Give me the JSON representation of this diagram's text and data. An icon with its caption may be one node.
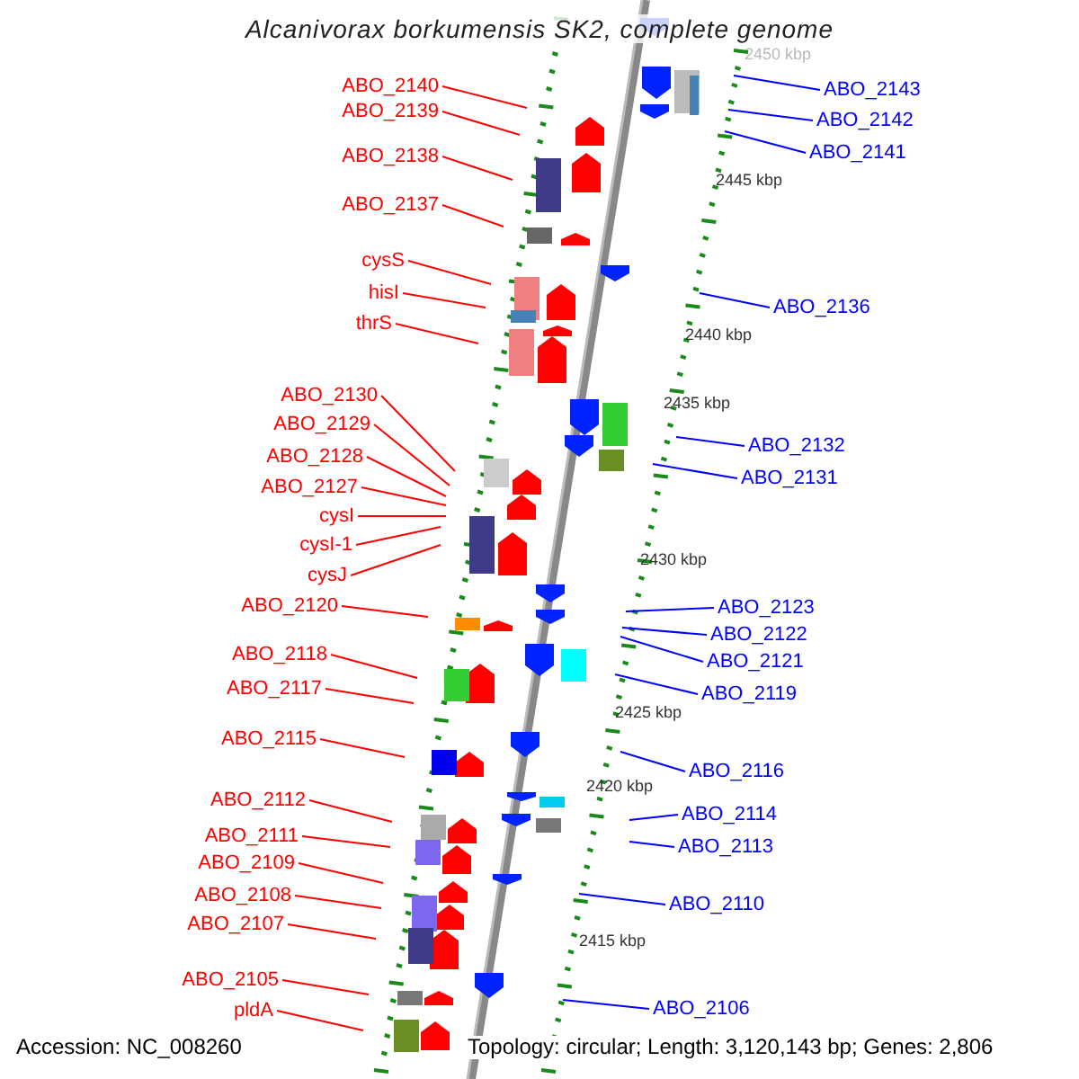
{
  "diagram": {
    "title": "Alcanivorax borkumensis SK2, complete genome",
    "nodes": [
      {
        "text": [
          "ABO_2140"
        ]
      },
      {
        "text": [
          "ABO_2139"
        ]
      },
      {
        "text": [
          "ABO_2138"
        ]
      },
      {
        "text": [
          "ABO_2137"
        ]
      },
      {
        "text": [
          "cysS"
        ]
      },
      {
        "text": [
          "hisI"
        ]
      },
      {
        "text": [
          "thrS"
        ]
      },
      {
        "text": [
          "ABO_2130"
        ]
      },
      {
        "text": [
          "ABO_2129"
        ]
      },
      {
        "text": [
          "ABO_2128"
        ]
      },
      {
        "text": [
          "ABO_2127"
        ]
      },
      {
        "text": [
          "cysI"
        ]
      },
      {
        "text": [
          "cysI-1"
        ]
      },
      {
        "text": [
          "cysJ"
        ]
      },
      {
        "text": [
          "ABO_2120"
        ]
      },
      {
        "text": [
          "ABO_2118"
        ]
      },
      {
        "text": [
          "ABO_2117"
        ]
      },
      {
        "text": [
          "ABO_2115"
        ]
      },
      {
        "text": [
          "ABO_2112"
        ]
      },
      {
        "text": [
          "ABO_2111"
        ]
      },
      {
        "text": [
          "ABO_2109"
        ]
      },
      {
        "text": [
          "ABO_2108"
        ]
      },
      {
        "text": [
          "ABO_2107"
        ]
      },
      {
        "text": [
          "ABO_2105"
        ]
      },
      {
        "text": [
          "pldA"
        ]
      },
      {
        "text": [
          "ABO_2143"
        ]
      },
      {
        "text": [
          "ABO_2142"
        ]
      },
      {
        "text": [
          "ABO_2141"
        ]
      },
      {
        "text": [
          "ABO_2136"
        ]
      },
      {
        "text": [
          "ABO_2132"
        ]
      },
      {
        "text": [
          "ABO_2131"
        ]
      },
      {
        "text": [
          "ABO_2123"
        ]
      },
      {
        "text": [
          "ABO_2122"
        ]
      },
      {
        "text": [
          "ABO_2121"
        ]
      },
      {
        "text": [
          "ABO_2119"
        ]
      },
      {
        "text": [
          "ABO_2116"
        ]
      },
      {
        "text": [
          "ABO_2114"
        ]
      },
      {
        "text": [
          "ABO_2113"
        ]
      },
      {
        "text": [
          "ABO_2110"
        ]
      },
      {
        "text": [
          "ABO_2106"
        ]
      }
    ],
    "edges": [
      {
        "from": 0,
        "to": null,
        "arrow": "none"
      },
      {
        "from": 1,
        "to": null,
        "arrow": "none"
      },
      {
        "from": 2,
        "to": null,
        "arrow": "none"
      },
      {
        "from": 3,
        "to": null,
        "arrow": "none"
      },
      {
        "from": 4,
        "to": null,
        "arrow": "none"
      },
      {
        "from": 5,
        "to": null,
        "arrow": "none"
      },
      {
        "from": 6,
        "to": null,
        "arrow": "none"
      },
      {
        "from": 7,
        "to": null,
        "arrow": "none"
      },
      {
        "from": 8,
        "to": null,
        "arrow": "none"
      },
      {
        "from": 9,
        "to": null,
        "arrow": "none"
      },
      {
        "from": 10,
        "to": null,
        "arrow": "none"
      },
      {
        "from": 11,
        "to": null,
        "arrow": "none"
      },
      {
        "from": 12,
        "to": null,
        "arrow": "none"
      },
      {
        "from": 13,
        "to": null,
        "arrow": "none"
      },
      {
        "from": 14,
        "to": null,
        "arrow": "none"
      },
      {
        "from": 15,
        "to": null,
        "arrow": "none"
      },
      {
        "from": 16,
        "to": null,
        "arrow": "none"
      },
      {
        "from": 17,
        "to": null,
        "arrow": "none"
      },
      {
        "from": 18,
        "to": null,
        "arrow": "none"
      },
      {
        "from": 19,
        "to": null,
        "arrow": "none"
      },
      {
        "from": 20,
        "to": null,
        "arrow": "none"
      },
      {
        "from": 21,
        "to": null,
        "arrow": "none"
      },
      {
        "from": 22,
        "to": null,
        "arrow": "none"
      },
      {
        "from": 23,
        "to": null,
        "arrow": "none"
      },
      {
        "from": 24,
        "to": null,
        "arrow": "none"
      },
      {
        "from": 25,
        "to": null,
        "arrow": "none",
        "color": "#0000ff"
      },
      {
        "from": 26,
        "to": null,
        "arrow": "none",
        "color": "#0000ff"
      },
      {
        "from": 27,
        "to": null,
        "arrow": "none",
        "color": "#0000ff"
      },
      {
        "from": 28,
        "to": null,
        "arrow": "none",
        "color": "#0000ff"
      },
      {
        "from": 29,
        "to": null,
        "arrow": "none",
        "color": "#0000ff"
      },
      {
        "from": 30,
        "to": null,
        "arrow": "none",
        "color": "#0000ff"
      },
      {
        "from": 31,
        "to": null,
        "arrow": "none",
        "color": "#0000ff"
      },
      {
        "from": 32,
        "to": null,
        "arrow": "none",
        "color": "#0000ff"
      },
      {
        "from": 33,
        "to": null,
        "arrow": "none",
        "color": "#0000ff"
      },
      {
        "from": 34,
        "to": null,
        "arrow": "none",
        "color": "#0000ff"
      },
      {
        "from": 35,
        "to": null,
        "arrow": "none",
        "color": "#0000ff"
      },
      {
        "from": 36,
        "to": null,
        "arrow": "none",
        "color": "#0000ff"
      },
      {
        "from": 37,
        "to": null,
        "arrow": "none",
        "color": "#0000ff"
      },
      {
        "from": 38,
        "to": null,
        "arrow": "none",
        "color": "#0000ff"
      },
      {
        "from": 39,
        "to": null,
        "arrow": "none",
        "color": "#0000ff"
      }
    ],
    "labels": [
      "2450 kbp",
      "2445 kbp",
      "2440 kbp",
      "2435 kbp",
      "2430 kbp",
      "2425 kbp",
      "2420 kbp",
      "2415 kbp",
      "Accession: NC_008260",
      "Topology: circular; Length: 3,120,143 bp; Genes: 2,806"
    ]
  }
}
